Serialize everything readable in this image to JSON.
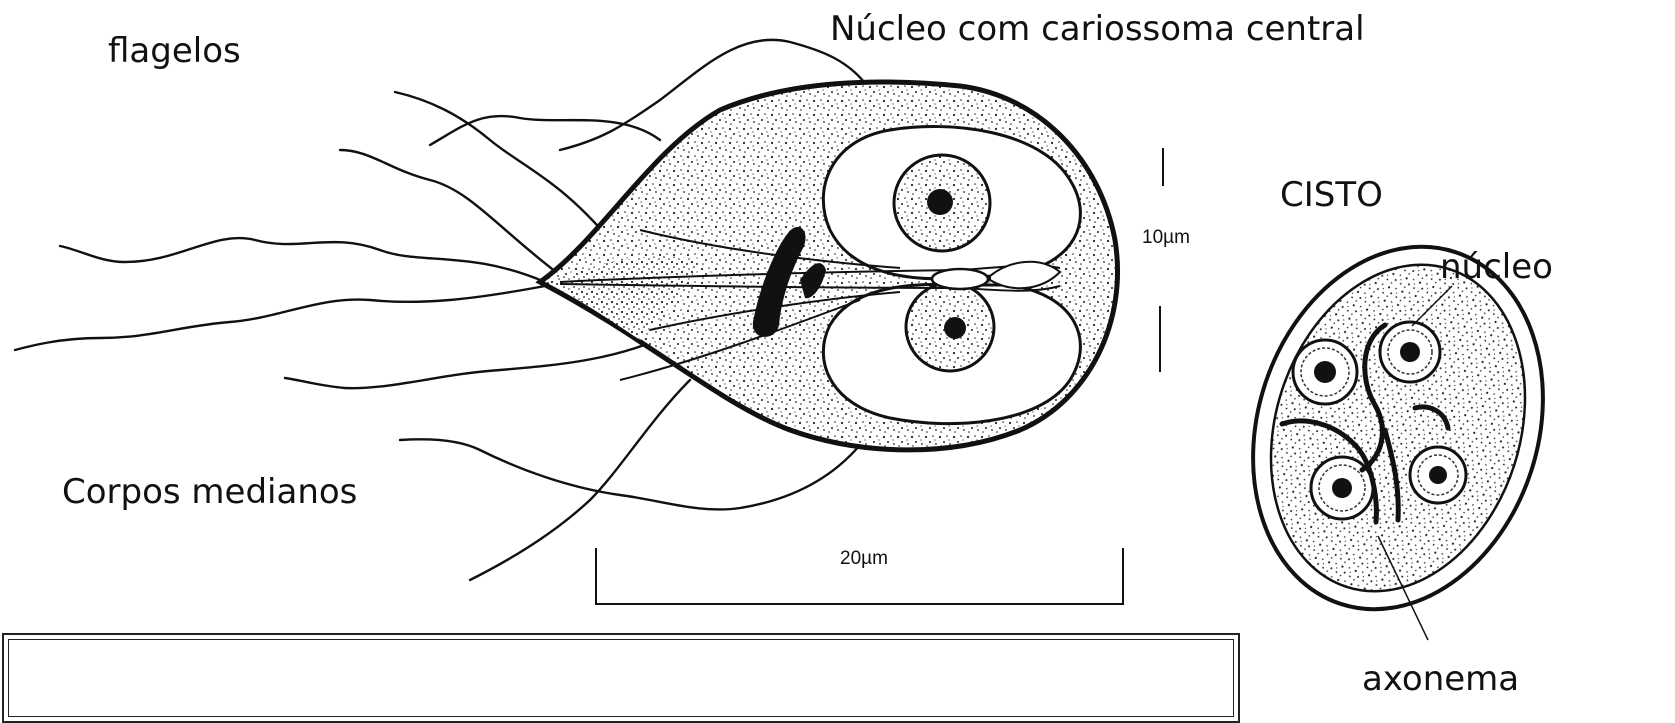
{
  "labels": {
    "flagelos": "flagelos",
    "nucleo_cariossoma": "Núcleo com cariossoma central",
    "cisto": "CISTO",
    "scale_10": "10µm",
    "nucleo": "núcleo",
    "corpos_medianos": "Corpos medianos",
    "scale_20": "20µm",
    "axonema": "axonema"
  },
  "colors": {
    "ink": "#111111",
    "paper": "#ffffff"
  }
}
